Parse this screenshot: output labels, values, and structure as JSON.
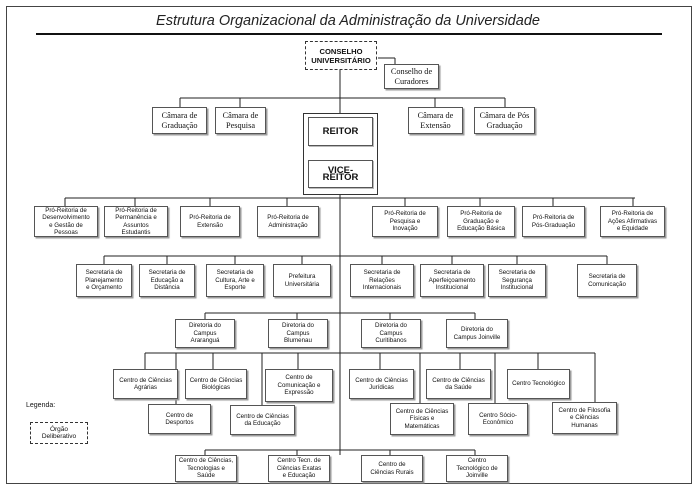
{
  "title": "Estrutura Organizacional da Administração da Universidade",
  "legend": {
    "label": "Legenda:",
    "key": "Órgão\nDeliberativo"
  },
  "nodes": {
    "conselho_universitario": "CONSELHO\nUNIVERSITÁRIO",
    "conselho_curadores": "Conselho de\nCuradores",
    "camara_graduacao": "Câmara de\nGraduação",
    "camara_pesquisa": "Câmara de\nPesquisa",
    "camara_extensao": "Câmara de\nExtensão",
    "camara_pos": "Câmara de Pós\nGraduação",
    "reitor": "REITOR",
    "vice_reitor": "VICE-REITOR"
  },
  "pro_reitorias": [
    "Pró-Reitoria de\nDesenvolvimento\ne Gestão de\nPessoas",
    "Pró-Reitoria de\nPermanência e\nAssuntos\nEstudantis",
    "Pró-Reitoria de\nExtensão",
    "Pró-Reitoria de\nAdministração",
    "Pró-Reitoria de\nPesquisa e\nInovação",
    "Pró-Reitoria de\nGraduação e\nEducação Básica",
    "Pró-Reitoria de\nPós-Graduação",
    "Pró-Reitoria de\nAções Afirmativas\ne Equidade"
  ],
  "secretarias": [
    "Secretaria de\nPlanejamento\ne Orçamento",
    "Secretaria de\nEducação a\nDistância",
    "Secretaria de\nCultura, Arte e\nEsporte",
    "Prefeitura\nUniversitária",
    "Secretaria de\nRelações\nInternacionais",
    "Secretaria de\nAperfeiçoamento\nInstitucional",
    "Secretaria de\nSegurança\nInstitucional",
    "Secretaria de\nComunicação"
  ],
  "diretorias": [
    "Diretoria do\nCampus\nAraranguá",
    "Diretoria do\nCampus\nBlumenau",
    "Diretoria do\nCampus\nCuritibanos",
    "Diretoria do\nCampus Joinville"
  ],
  "centros": [
    "Centro de Ciências\nAgrárias",
    "Centro de\nDesportos",
    "Centro de Ciências\nBiológicas",
    "Centro de Ciências\nda Educação",
    "Centro de\nComunicação e\nExpressão",
    "Centro de Ciências\nJurídicas",
    "Centro de Ciências\nFísicas e\nMatemáticas",
    "Centro de Ciências\nda Saúde",
    "Centro Sócio-\nEconômico",
    "Centro Tecnológico",
    "Centro de Filosofia\ne Ciências\nHumanas"
  ],
  "centros_campus": [
    "Centro de Ciências,\nTecnologias e\nSaúde",
    "Centro Tecn. de\nCiências Exatas\ne Educação",
    "Centro de\nCiências Rurais",
    "Centro\nTecnológico de\nJoinville"
  ]
}
